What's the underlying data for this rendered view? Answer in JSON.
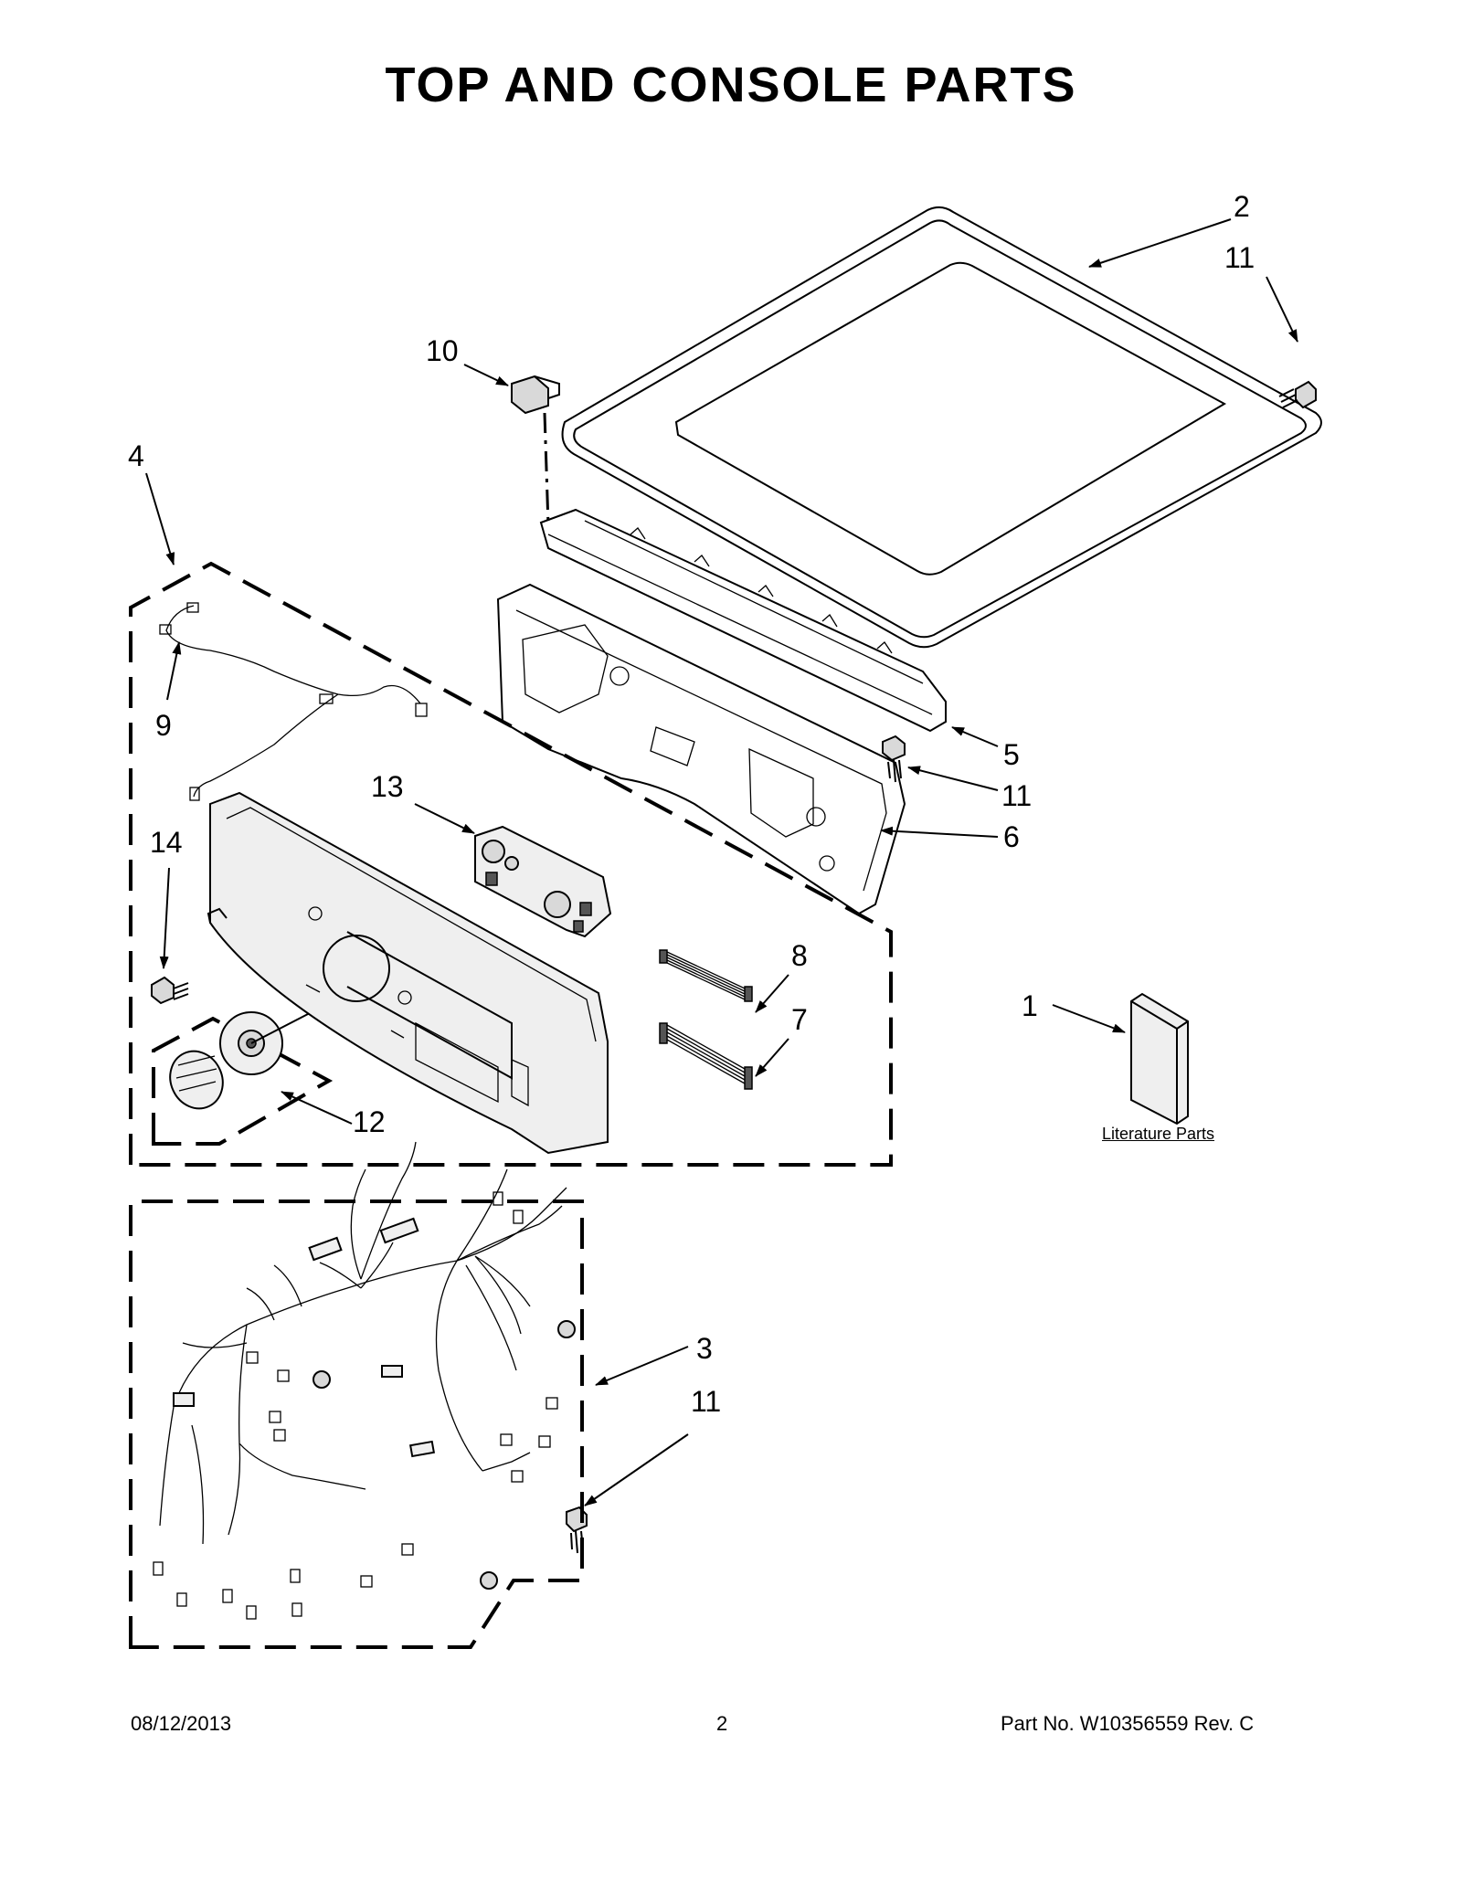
{
  "title": "TOP AND CONSOLE PARTS",
  "callouts": {
    "c1": "1",
    "c2": "2",
    "c3": "3",
    "c4": "4",
    "c5": "5",
    "c6": "6",
    "c7": "7",
    "c8": "8",
    "c9": "9",
    "c10": "10",
    "c11a": "11",
    "c11b": "11",
    "c11c": "11",
    "c12": "12",
    "c13": "13",
    "c14": "14"
  },
  "literature_label": "Literature Parts",
  "footer": {
    "date": "08/12/2013",
    "page": "2",
    "part_no": "Part No.  W10356559  Rev.  C"
  }
}
